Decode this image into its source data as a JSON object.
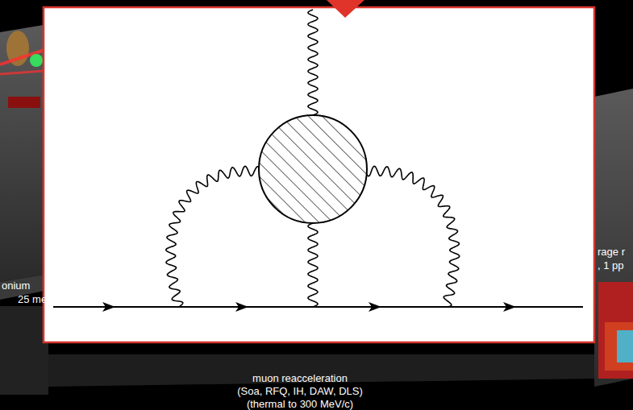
{
  "diagram": {
    "labels": [
      "onium",
      "25 me",
      "rage r",
      ", 1 pp",
      "muon reacceleration",
      "(Soa, RFQ, IH, DAW, DLS)",
      "(thermal to 300 MeV/c)"
    ]
  }
}
